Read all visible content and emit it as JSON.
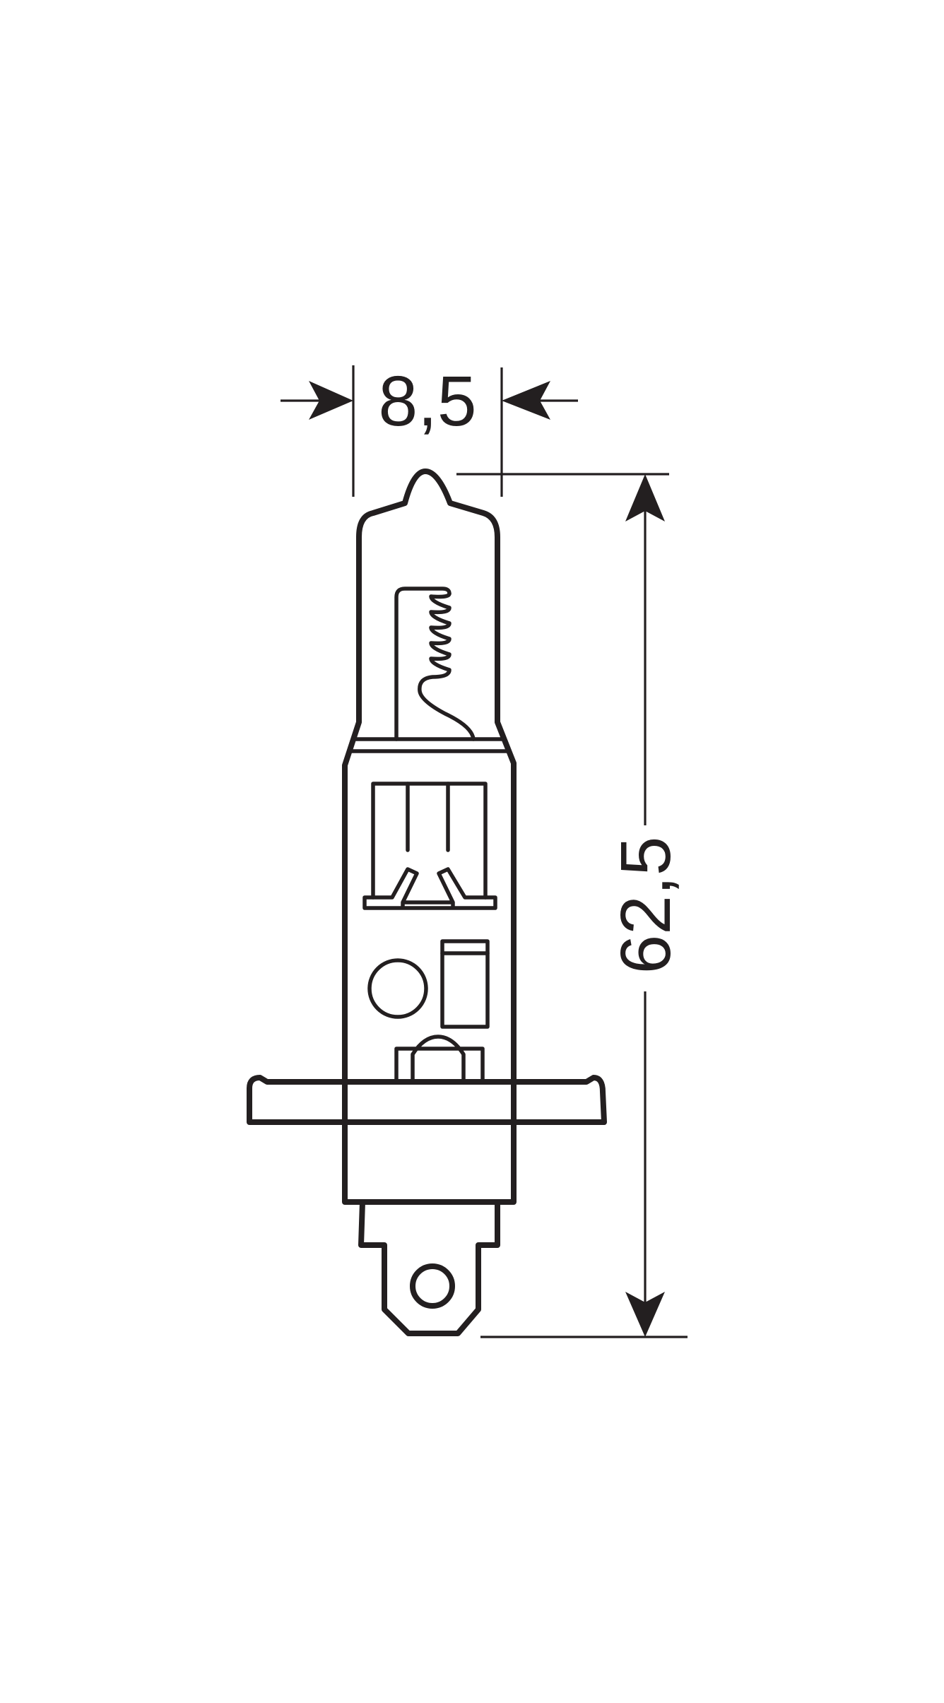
{
  "diagram": {
    "subject": "H1 halogen bulb dimension drawing",
    "colors": {
      "line": "#231f20",
      "background": "#ffffff"
    },
    "dimensions": {
      "width": {
        "label": "8,5",
        "orientation": "horizontal"
      },
      "length": {
        "label": "62,5",
        "orientation": "vertical"
      }
    }
  }
}
